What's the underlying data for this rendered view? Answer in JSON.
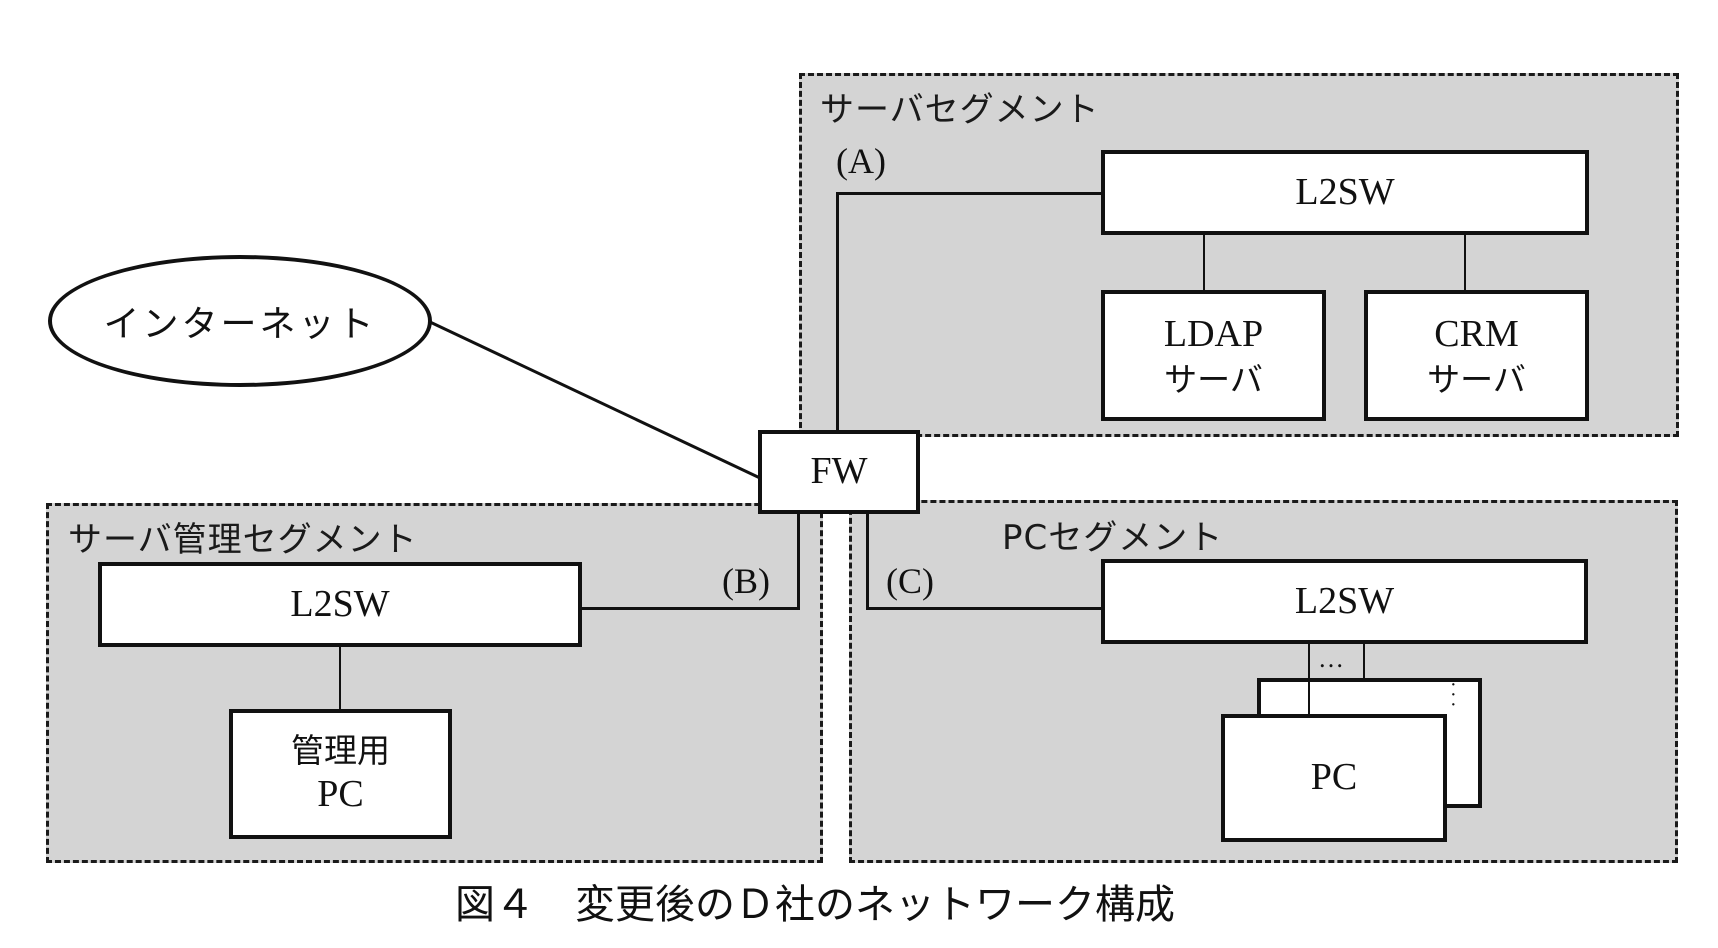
{
  "internet": {
    "label": "インターネット"
  },
  "firewall": {
    "label": "FW"
  },
  "server_segment": {
    "label": "サーバセグメント",
    "link_tag": "(A)",
    "switch": "L2SW",
    "nodes": [
      {
        "line1": "LDAP",
        "line2": "サーバ"
      },
      {
        "line1": "CRM",
        "line2": "サーバ"
      }
    ]
  },
  "mgmt_segment": {
    "label": "サーバ管理セグメント",
    "link_tag": "(B)",
    "switch": "L2SW",
    "node": {
      "line1": "管理用",
      "line2": "PC"
    }
  },
  "pc_segment": {
    "label": "PCセグメント",
    "link_tag": "(C)",
    "switch": "L2SW",
    "ellipsis": "…",
    "node": {
      "label": "PC"
    }
  },
  "caption": "図４　変更後のＤ社のネットワーク構成"
}
